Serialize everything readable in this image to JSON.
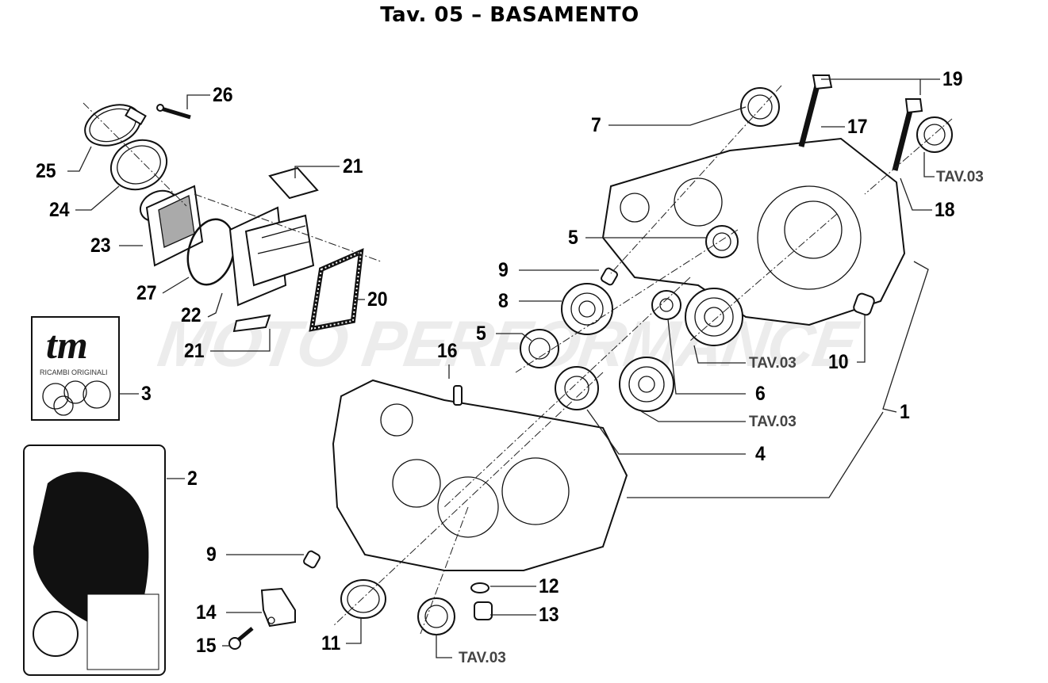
{
  "title": "Tav. 05 – BASAMENTO",
  "watermark": "MOTO PERFORMANCE",
  "kit_bag": {
    "brand": "tm",
    "subtitle": "RICAMBI ORIGINALI"
  },
  "callouts": [
    {
      "id": "c26",
      "label": "26"
    },
    {
      "id": "c25",
      "label": "25"
    },
    {
      "id": "c24",
      "label": "24"
    },
    {
      "id": "c23",
      "label": "23"
    },
    {
      "id": "c27",
      "label": "27"
    },
    {
      "id": "c22",
      "label": "22"
    },
    {
      "id": "c21a",
      "label": "21"
    },
    {
      "id": "c20",
      "label": "20"
    },
    {
      "id": "c21b",
      "label": "21"
    },
    {
      "id": "c3",
      "label": "3"
    },
    {
      "id": "c2",
      "label": "2"
    },
    {
      "id": "c19",
      "label": "19"
    },
    {
      "id": "c7",
      "label": "7"
    },
    {
      "id": "c17",
      "label": "17"
    },
    {
      "id": "c18",
      "label": "18"
    },
    {
      "id": "c5a",
      "label": "5"
    },
    {
      "id": "c9a",
      "label": "9"
    },
    {
      "id": "c8",
      "label": "8"
    },
    {
      "id": "c5b",
      "label": "5"
    },
    {
      "id": "c16",
      "label": "16"
    },
    {
      "id": "c10",
      "label": "10"
    },
    {
      "id": "c6",
      "label": "6"
    },
    {
      "id": "c1",
      "label": "1"
    },
    {
      "id": "c4",
      "label": "4"
    },
    {
      "id": "c9b",
      "label": "9"
    },
    {
      "id": "c12",
      "label": "12"
    },
    {
      "id": "c13",
      "label": "13"
    },
    {
      "id": "c14",
      "label": "14"
    },
    {
      "id": "c11",
      "label": "11"
    },
    {
      "id": "c15",
      "label": "15"
    }
  ],
  "references": [
    {
      "id": "r1",
      "label": "TAV.03"
    },
    {
      "id": "r2",
      "label": "TAV.03"
    },
    {
      "id": "r3",
      "label": "TAV.03"
    },
    {
      "id": "r4",
      "label": "TAV.03"
    }
  ]
}
